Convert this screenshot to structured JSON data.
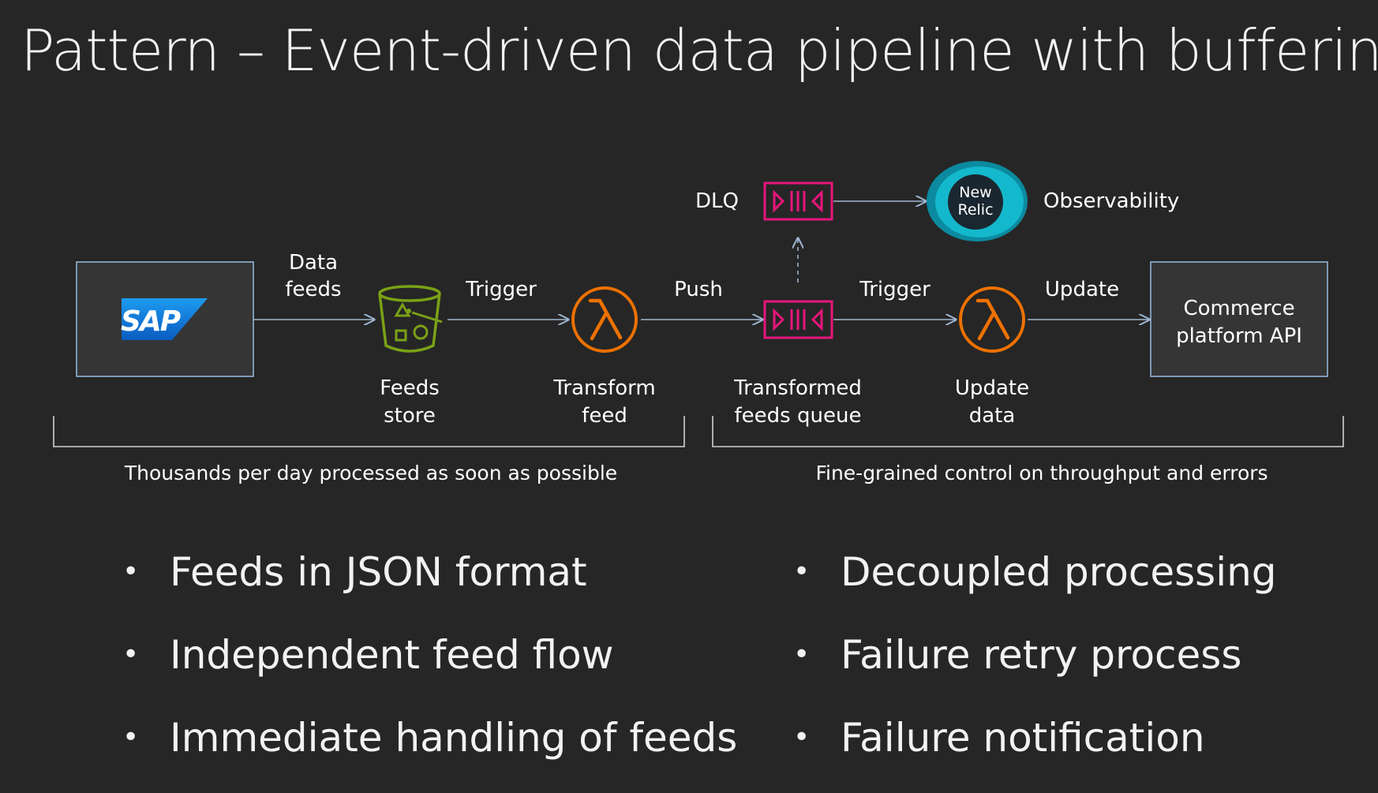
{
  "title": "Pattern – Event-driven data pipeline with buffering",
  "diagram": {
    "source_logo": "SAP",
    "feeds_store": [
      "Feeds",
      "store"
    ],
    "transform_feed": [
      "Transform",
      "feed"
    ],
    "queue": [
      "Transformed",
      "feeds queue"
    ],
    "update_data": [
      "Update",
      "data"
    ],
    "target": [
      "Commerce",
      "platform API"
    ],
    "dlq": "DLQ",
    "observability_logo": [
      "New",
      "Relic"
    ],
    "observability": "Observability",
    "edge_data_feeds": [
      "Data",
      "feeds"
    ],
    "edge_trigger_1": "Trigger",
    "edge_push": "Push",
    "edge_trigger_2": "Trigger",
    "edge_update": "Update",
    "group_left": "Thousands per day processed as soon as possible",
    "group_right": "Fine-grained control on throughput and errors"
  },
  "bullets_left": [
    "Feeds in JSON format",
    "Independent feed flow",
    "Immediate handling of feeds"
  ],
  "bullets_right": [
    "Decoupled processing",
    "Failure retry process",
    "Failure notification"
  ],
  "colors": {
    "background": "#262626",
    "box_border": "#8fb4d8",
    "s3_green": "#7aa116",
    "lambda_orange": "#ed7100",
    "sqs_pink": "#e7157b",
    "sap_blue": "#0a6ed1",
    "newrelic_teal": "#1ce783",
    "newrelic_dark": "#00ac69"
  }
}
